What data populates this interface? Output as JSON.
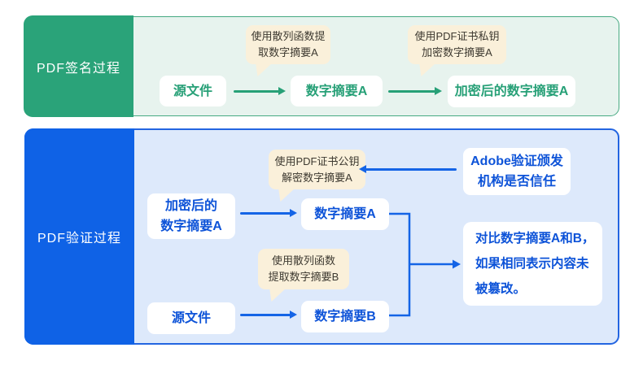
{
  "colors": {
    "sign_accent": "#2aa379",
    "sign_panel_bg": "#e7f3ee",
    "sign_border": "#46a981",
    "sign_text": "#27a077",
    "verify_accent": "#0f62e6",
    "verify_panel_bg": "#dde9fb",
    "verify_border": "#2365e1",
    "verify_text": "#0d53d8",
    "bubble_bg": "#faf0da",
    "bubble_text": "#3d3930",
    "node_bg": "#ffffff"
  },
  "sign_process": {
    "label": "PDF签名过程",
    "nodes": {
      "source": "源文件",
      "digest_a": "数字摘要A",
      "encrypted_digest_a": "加密后的数字摘要A"
    },
    "tooltips": {
      "hash": {
        "line1": "使用散列函数提",
        "line2": "取数字摘要A"
      },
      "private_key": {
        "line1": "使用PDF证书私钥",
        "line2": "加密数字摘要A"
      }
    }
  },
  "verify_process": {
    "label": "PDF验证过程",
    "nodes": {
      "encrypted_digest_a": {
        "line1": "加密后的",
        "line2": "数字摘要A"
      },
      "digest_a": "数字摘要A",
      "source": "源文件",
      "digest_b": "数字摘要B",
      "adobe": {
        "line1": "Adobe验证颁发",
        "line2": "机构是否信任"
      },
      "compare": {
        "line1": "对比数字摘要A和B，",
        "line2": "如果相同表示内容未",
        "line3": "被篡改。"
      }
    },
    "tooltips": {
      "public_key": {
        "line1": "使用PDF证书公钥",
        "line2": "解密数字摘要A"
      },
      "hash_b": {
        "line1": "使用散列函数",
        "line2": "提取数字摘要B"
      }
    }
  }
}
